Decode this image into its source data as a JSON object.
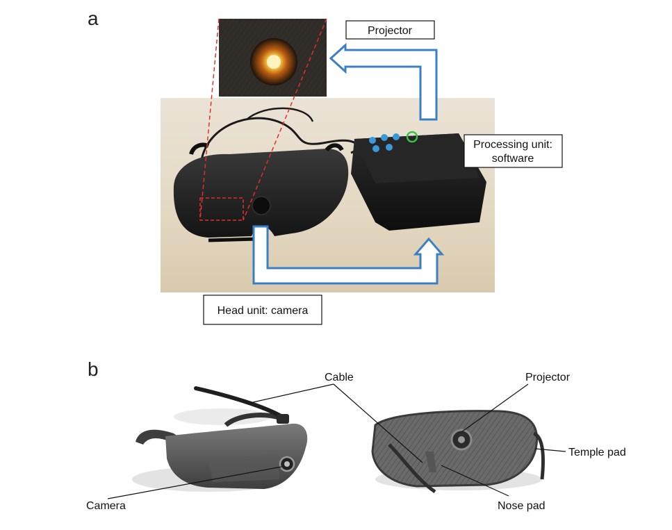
{
  "panel_a": {
    "letter": "a",
    "labels": {
      "projector": "Projector",
      "processing_line1": "Processing unit:",
      "processing_line2": "software",
      "head_unit": "Head unit: camera"
    },
    "colors": {
      "flow_arrow": "#3a7fc4",
      "zoom_lines": "#e0302a",
      "photo_background": "#e9e0d0",
      "device": "#1c1c1c",
      "button": "#3a9ad9",
      "power_button": "#3cc24a",
      "led": "#ffcf4a"
    }
  },
  "panel_b": {
    "letter": "b",
    "callouts": {
      "cable": "Cable",
      "projector": "Projector",
      "temple_pad": "Temple pad",
      "camera": "Camera",
      "nose_pad": "Nose pad"
    },
    "colors": {
      "device": "#4a4a4a",
      "shadow": "#dcdcdc"
    }
  }
}
